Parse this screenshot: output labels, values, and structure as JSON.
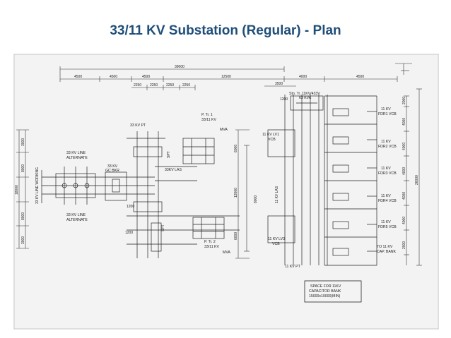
{
  "slide": {
    "title": "33/11 KV Substation (Regular) - Plan"
  },
  "plan": {
    "dims_top": {
      "overall": "39000",
      "segments": [
        "4500",
        "4500",
        "4500",
        "12500",
        "4000",
        "4500"
      ],
      "sub": [
        "2250",
        "2250",
        "2250",
        "2250"
      ],
      "d3500": "3500"
    },
    "dims_left": [
      "3000",
      "8000",
      "18000",
      "8000",
      "3000"
    ],
    "dims_right": [
      "2000",
      "4000",
      "4000",
      "4000",
      "4000",
      "4000",
      "2000",
      "26000"
    ],
    "dims_mid": [
      "6000",
      "12000",
      "8000",
      "6000",
      "1200",
      "1200",
      "1200"
    ],
    "labels": {
      "stn_tr": "Stn. Tr. 11KV/433V",
      "stn_tr_kva": "63 KVA",
      "pt33": "33 KV PT",
      "ptr1": "P. Tr. 1",
      "ptr1_rating": "33/11 KV",
      "ptr1_mva": "MVA",
      "ptr2": "P. Tr. 2",
      "ptr2_rating": "33/11 KV",
      "ptr2_mva": "MVA",
      "line_alt_top_1": "33 KV LINE",
      "line_alt_top_2": "ALTERNATE",
      "line_alt_bot_1": "33 KV LINE",
      "line_alt_bot_2": "ALTERNATE",
      "gc_bkr_1": "33 KV",
      "gc_bkr_2": "GC BKR",
      "las33": "33KV LAS",
      "line_working": "33 KV LINE WORKING",
      "lv1_1": "11 KV LV1",
      "lv1_2": "VCB",
      "lv3_1": "11 KV LV3",
      "lv3_2": "VCB",
      "las11": "11 KV LAS",
      "pt11": "11 KV PT",
      "spt": "SPT",
      "feeders": [
        {
          "line1": "11 KV",
          "line2": "FDR1 VCB"
        },
        {
          "line1": "11 KV",
          "line2": "FDR2 VCB"
        },
        {
          "line1": "11 KV",
          "line2": "FDR3 VCB"
        },
        {
          "line1": "11 KV",
          "line2": "FDR4 VCB"
        },
        {
          "line1": "11 KV",
          "line2": "FDR5 VCB"
        },
        {
          "line1": "TO 11 KV",
          "line2": "CAP. BANK"
        }
      ],
      "space_1": "SPACE FOR 11KV",
      "space_2": "CAPACITOR BANK",
      "space_3": "15000x10000(MIN)"
    }
  }
}
